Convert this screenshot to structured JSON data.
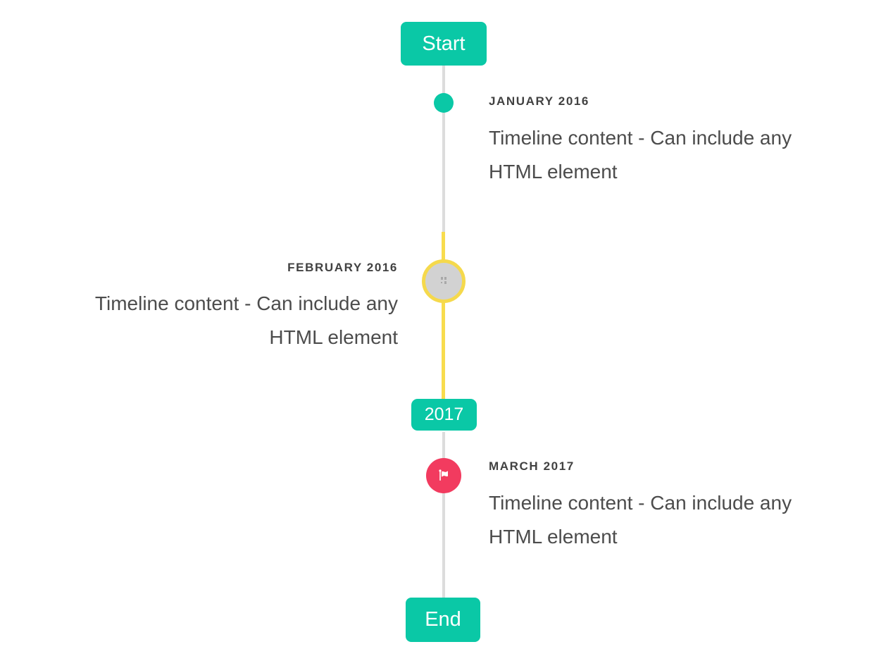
{
  "colors": {
    "accent_teal": "#0ac8a6",
    "highlight_yellow": "#f8dc4d",
    "flag_red": "#f23b5f",
    "line_gray": "#dcdcdc",
    "marker_inner_gray": "#d2d2d2",
    "title_text": "#414141",
    "body_text": "#4c4c4c"
  },
  "timeline": {
    "start_button": "Start",
    "end_button": "End",
    "year_badge": "2017",
    "entries": [
      {
        "id": "january-2016",
        "side": "right",
        "marker": "teal-dot",
        "title": "JANUARY 2016",
        "line1": "Timeline content - Can include any",
        "line2": "HTML element"
      },
      {
        "id": "february-2016",
        "side": "left",
        "marker": "image-placeholder-circle",
        "title": "FEBRUARY 2016",
        "line1": "Timeline content - Can include any",
        "line2": "HTML element"
      },
      {
        "id": "march-2017",
        "side": "right",
        "marker": "red-flag-circle",
        "title": "MARCH 2017",
        "line1": "Timeline content - Can include any",
        "line2": "HTML element"
      }
    ]
  }
}
